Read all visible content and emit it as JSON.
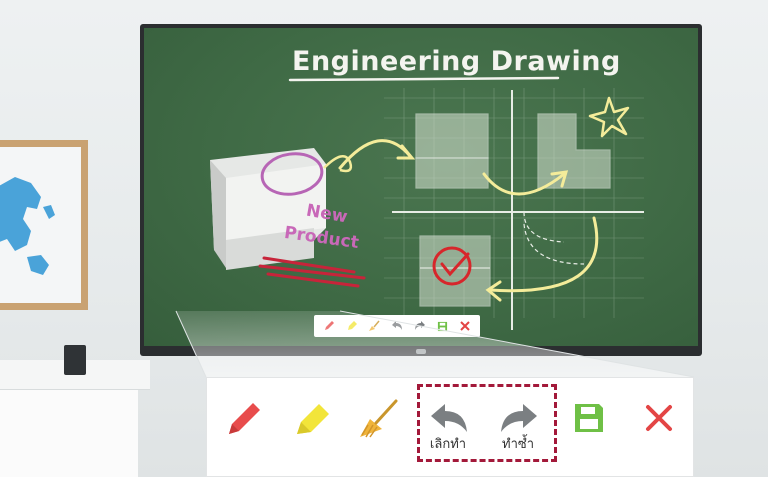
{
  "board": {
    "title": "Engineering Drawing",
    "note_line1": "New",
    "note_line2": "Product"
  },
  "toolbar": {
    "pen": "pen-icon",
    "highlighter": "highlighter-icon",
    "eraser": "eraser-broom-icon",
    "undo_label": "เลิกทำ",
    "redo_label": "ทำซ้ำ",
    "save": "save-icon",
    "close": "close-icon"
  },
  "colors": {
    "pen": "#e84c4c",
    "highlighter": "#f2e53a",
    "eraser": "#f0b43a",
    "arrows": "#7b7f82",
    "save": "#6fc046",
    "close": "#e34545",
    "highlight_box": "#a3193a",
    "chalkboard": "#3f6a45"
  }
}
